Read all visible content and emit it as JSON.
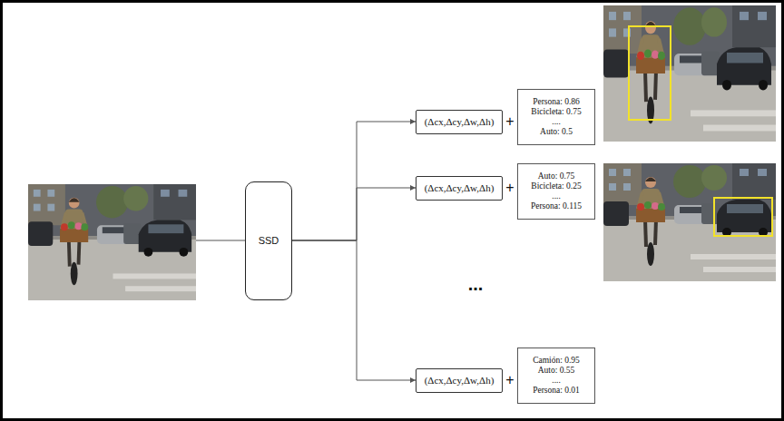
{
  "diagram": {
    "nodes": [
      {
        "text": [
          "SSD"
        ]
      },
      {
        "text": [
          "(Δcx,Δcy,Δw,Δh)"
        ]
      },
      {
        "text": [
          "(Δcx,Δcy,Δw,Δh)"
        ]
      },
      {
        "text": [
          "(Δcx,Δcy,Δw,Δh)"
        ]
      },
      {
        "text": [
          "Persona: 0.86",
          "Bicicleta: 0.75",
          "....",
          "Auto: 0.5"
        ]
      },
      {
        "text": [
          "Auto: 0.75",
          "Bicicleta: 0.25",
          "....",
          "Persona: 0.115"
        ]
      },
      {
        "text": [
          "Camión: 0.95",
          "Auto: 0.55",
          "....",
          "Persona: 0.01"
        ]
      }
    ],
    "edges": [
      {
        "from": 0,
        "to": 1,
        "arrow": "to"
      },
      {
        "from": 0,
        "to": 2,
        "arrow": "to"
      },
      {
        "from": 0,
        "to": 3,
        "arrow": "to"
      }
    ],
    "labels": [
      "+",
      "+",
      "+",
      "..."
    ]
  }
}
